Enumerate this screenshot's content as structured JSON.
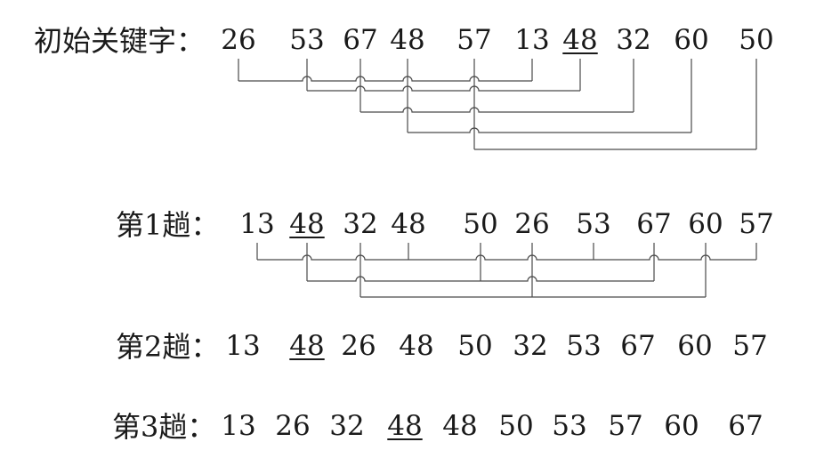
{
  "rows": [
    {
      "label": "初始关键字：",
      "values": [
        "26",
        "53",
        "67",
        "48",
        "57",
        "13",
        "48",
        "32",
        "60",
        "50"
      ],
      "underline_index": 6
    },
    {
      "label": "第1趟：",
      "values": [
        "13",
        "48",
        "32",
        "48",
        "50",
        "26",
        "53",
        "67",
        "60",
        "57"
      ],
      "underline_index": 1
    },
    {
      "label": "第2趟：",
      "values": [
        "13",
        "48",
        "26",
        "48",
        "50",
        "32",
        "53",
        "67",
        "60",
        "57"
      ],
      "underline_index": 1
    },
    {
      "label": "第3趟：",
      "values": [
        "13",
        "26",
        "32",
        "48",
        "48",
        "50",
        "53",
        "57",
        "60",
        "67"
      ],
      "underline_index": 3
    }
  ],
  "groupings": [
    {
      "row": 0,
      "groups": [
        [
          0,
          5
        ],
        [
          1,
          6
        ],
        [
          2,
          7
        ],
        [
          3,
          8
        ],
        [
          4,
          9
        ]
      ]
    },
    {
      "row": 1,
      "groups": [
        [
          0,
          3,
          6,
          9
        ],
        [
          1,
          4,
          7
        ],
        [
          2,
          5,
          8
        ]
      ]
    }
  ]
}
